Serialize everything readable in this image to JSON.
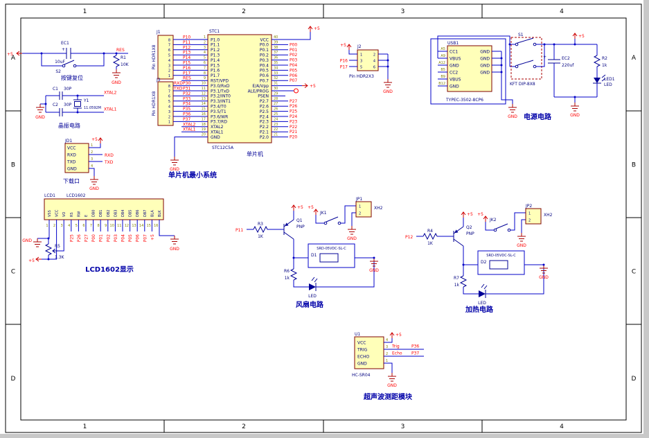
{
  "sheet": {
    "cols": [
      "1",
      "2",
      "3",
      "4"
    ],
    "rows": [
      "A",
      "B",
      "C",
      "D"
    ]
  },
  "reset": {
    "vcc": "+5",
    "cap_ref": "EC1",
    "cap_plus": "+",
    "cap_val": "10uF",
    "sw_ref": "S2",
    "caption": "按键复位",
    "net": "RES",
    "r_ref": "R1",
    "r_val": "10K",
    "gnd": "GND"
  },
  "crystal": {
    "gnd": "GND",
    "c1_ref": "C1",
    "c1_val": "30P",
    "c2_ref": "C2",
    "c2_val": "30P",
    "y_ref": "Y1",
    "y_val": "11.0592M",
    "net_top": "XTAL2",
    "net_bot": "XTAL1",
    "caption": "晶振电路"
  },
  "download": {
    "ref": "JD1",
    "pins": [
      {
        "num": "1",
        "name": "VCC"
      },
      {
        "num": "2",
        "name": "RXD"
      },
      {
        "num": "3",
        "name": "TXD"
      },
      {
        "num": "4",
        "name": "GND"
      }
    ],
    "vcc": "+5",
    "net_rxd": "RXD",
    "net_txd": "TXD",
    "gnd": "GND",
    "caption": "下载口"
  },
  "j1": {
    "ref": "J1",
    "part": "Pin HDR1X8",
    "nums": [
      "8",
      "7",
      "6",
      "5",
      "4",
      "3",
      "2",
      "1"
    ]
  },
  "j3": {
    "ref": "J3",
    "part": "Pin HDR1X8",
    "nums": [
      "8",
      "7",
      "6",
      "5",
      "4",
      "3",
      "2",
      "1"
    ]
  },
  "mcu": {
    "ref": "STC1",
    "part": "STC12C5A",
    "label": "单片机",
    "title": "单片机最小系统",
    "vcc_top": "+5",
    "vcc_ea": "+5",
    "gnd": "GND",
    "net_rxd": "RXD",
    "net_txd": "TXD",
    "left_nums": [
      "1",
      "2",
      "3",
      "4",
      "5",
      "6",
      "7",
      "8",
      "9",
      "10",
      "11",
      "12",
      "13",
      "14",
      "15",
      "16",
      "17",
      "18",
      "19",
      "20"
    ],
    "left_names": [
      "P1.0",
      "P1.1",
      "P1.2",
      "P1.3",
      "P1.4",
      "P1.5",
      "P1.6",
      "P1.7",
      "RST/VPD",
      "P3.0/RxD",
      "P3.1/TxD",
      "P3.2/INT0",
      "P3.3/INT1",
      "P3.4/T0",
      "P3.5/T1",
      "P3.6/WR",
      "P3.7/RD",
      "XTAL2",
      "XTAL1",
      "GND"
    ],
    "left_nets": [
      "P10",
      "P11",
      "P12",
      "P13",
      "P14",
      "P15",
      "P16",
      "P17",
      "RES",
      "P30",
      "P31",
      "P32",
      "P33",
      "P34",
      "P35",
      "P36",
      "P37",
      "XTAL2",
      "XTAL1",
      ""
    ],
    "right_nums": [
      "40",
      "39",
      "38",
      "37",
      "36",
      "35",
      "34",
      "33",
      "32",
      "31",
      "30",
      "29",
      "28",
      "27",
      "26",
      "25",
      "24",
      "23",
      "22",
      "21"
    ],
    "right_names": [
      "VCC",
      "P0.0",
      "P0.1",
      "P0.2",
      "P0.3",
      "P0.4",
      "P0.5",
      "P0.6",
      "P0.7",
      "E/A/Vpp",
      "ALE/PROG",
      "PSEN",
      "P2.7",
      "P2.6",
      "P2.5",
      "P2.4",
      "P2.3",
      "P2.2",
      "P2.1",
      "P2.0"
    ],
    "right_nets": [
      "",
      "P00",
      "P01",
      "P02",
      "P03",
      "P04",
      "P05",
      "P06",
      "P07",
      "",
      "",
      "",
      "P27",
      "P26",
      "P25",
      "P24",
      "P23",
      "P22",
      "P21",
      "P20"
    ]
  },
  "j2": {
    "ref": "J2",
    "part": "Pin HDR2X3",
    "left_nums": [
      "1",
      "3",
      "5"
    ],
    "right_nums": [
      "2",
      "4",
      "6"
    ],
    "vcc": "+5",
    "nets": [
      "P16",
      "P17"
    ],
    "gnd": "GND"
  },
  "power": {
    "title": "电源电路",
    "usb_ref": "USB1",
    "usb_part": "TYPEC-3502-8CP6",
    "left_nums": [
      "A5",
      "A9",
      "A12",
      "B5",
      "B9",
      "B12"
    ],
    "left_names": [
      "CC1",
      "VBUS",
      "GND",
      "CC2",
      "VBUS",
      "GND"
    ],
    "right_names": [
      "GND",
      "GND",
      "GND",
      "GND"
    ],
    "gnd_usb": "GND",
    "sw_ref": "S1",
    "sw_part": "KFT DIP-8X8",
    "vcc": "+5",
    "cap_plus": "+",
    "cap_ref": "EC2",
    "cap_val": "220uf",
    "r_ref": "R2",
    "r_val": "1k",
    "led_ref": "LED1",
    "led_part": "LED",
    "gnd": "GND"
  },
  "lcd": {
    "ref": "LCD1",
    "part": "LCD1602",
    "title": "LCD1602显示",
    "pins": [
      "VSS",
      "VCC",
      "VO",
      "RS",
      "RW",
      "E",
      "DB0",
      "DB1",
      "DB2",
      "DB3",
      "DB4",
      "DB5",
      "DB6",
      "DB7",
      "BLA",
      "BLK"
    ],
    "nums": [
      "1",
      "2",
      "3",
      "4",
      "5",
      "6",
      "7",
      "8",
      "9",
      "10",
      "11",
      "12",
      "13",
      "14",
      "15",
      "16"
    ],
    "nets": [
      "P25",
      "P26",
      "P27",
      "P00",
      "P01",
      "P02",
      "P03",
      "P04",
      "P05",
      "P06",
      "P07",
      "+5"
    ],
    "gnd_left": "GND",
    "vcc": "+5",
    "pot_ref": "R5",
    "pot_val": "1.3K",
    "gnd_right": "GND"
  },
  "fan": {
    "title": "风扇电路",
    "net_in": "P11",
    "r_in_ref": "R3",
    "r_in_val": "1K",
    "q_ref": "Q1",
    "q_part": "PNP",
    "vcc_q": "+5",
    "sw_ref": "JK1",
    "vcc_sw": "+5",
    "jp_ref": "JP1",
    "jp_part": "XH2",
    "jp_nums": [
      "1",
      "2"
    ],
    "gnd_jp": "GND",
    "relay_part": "SRD-05VDC-SL-C",
    "relay_ref": "D1",
    "gnd_relay": "GND",
    "r_led_ref": "R6",
    "r_led_val": "1k",
    "led_label": "LED"
  },
  "heater": {
    "title": "加热电路",
    "net_in": "P12",
    "r_in_ref": "R4",
    "r_in_val": "1K",
    "q_ref": "Q2",
    "q_part": "PNP",
    "vcc_q": "+5",
    "sw_ref": "JK2",
    "vcc_sw": "+5",
    "jp_ref": "JP2",
    "jp_part": "XH2",
    "jp_nums": [
      "1",
      "2"
    ],
    "gnd_jp": "GND",
    "relay_part": "SRD-05VDC-SL-C",
    "relay_ref": "D2",
    "gnd_relay": "GND",
    "r_led_ref": "R7",
    "r_led_val": "1k",
    "led_label": "LED"
  },
  "ultrasonic": {
    "ref": "U1",
    "part": "HC-SR04",
    "title": "超声波测距模块",
    "pins": [
      "VCC",
      "TRIG",
      "ECHO",
      "GND"
    ],
    "nums": [
      "4",
      "3",
      "2",
      "1"
    ],
    "vcc": "+5",
    "trig_label": "Trig",
    "trig_net": "P36",
    "echo_label": "Echo",
    "echo_net": "P37",
    "gnd": "GND"
  }
}
